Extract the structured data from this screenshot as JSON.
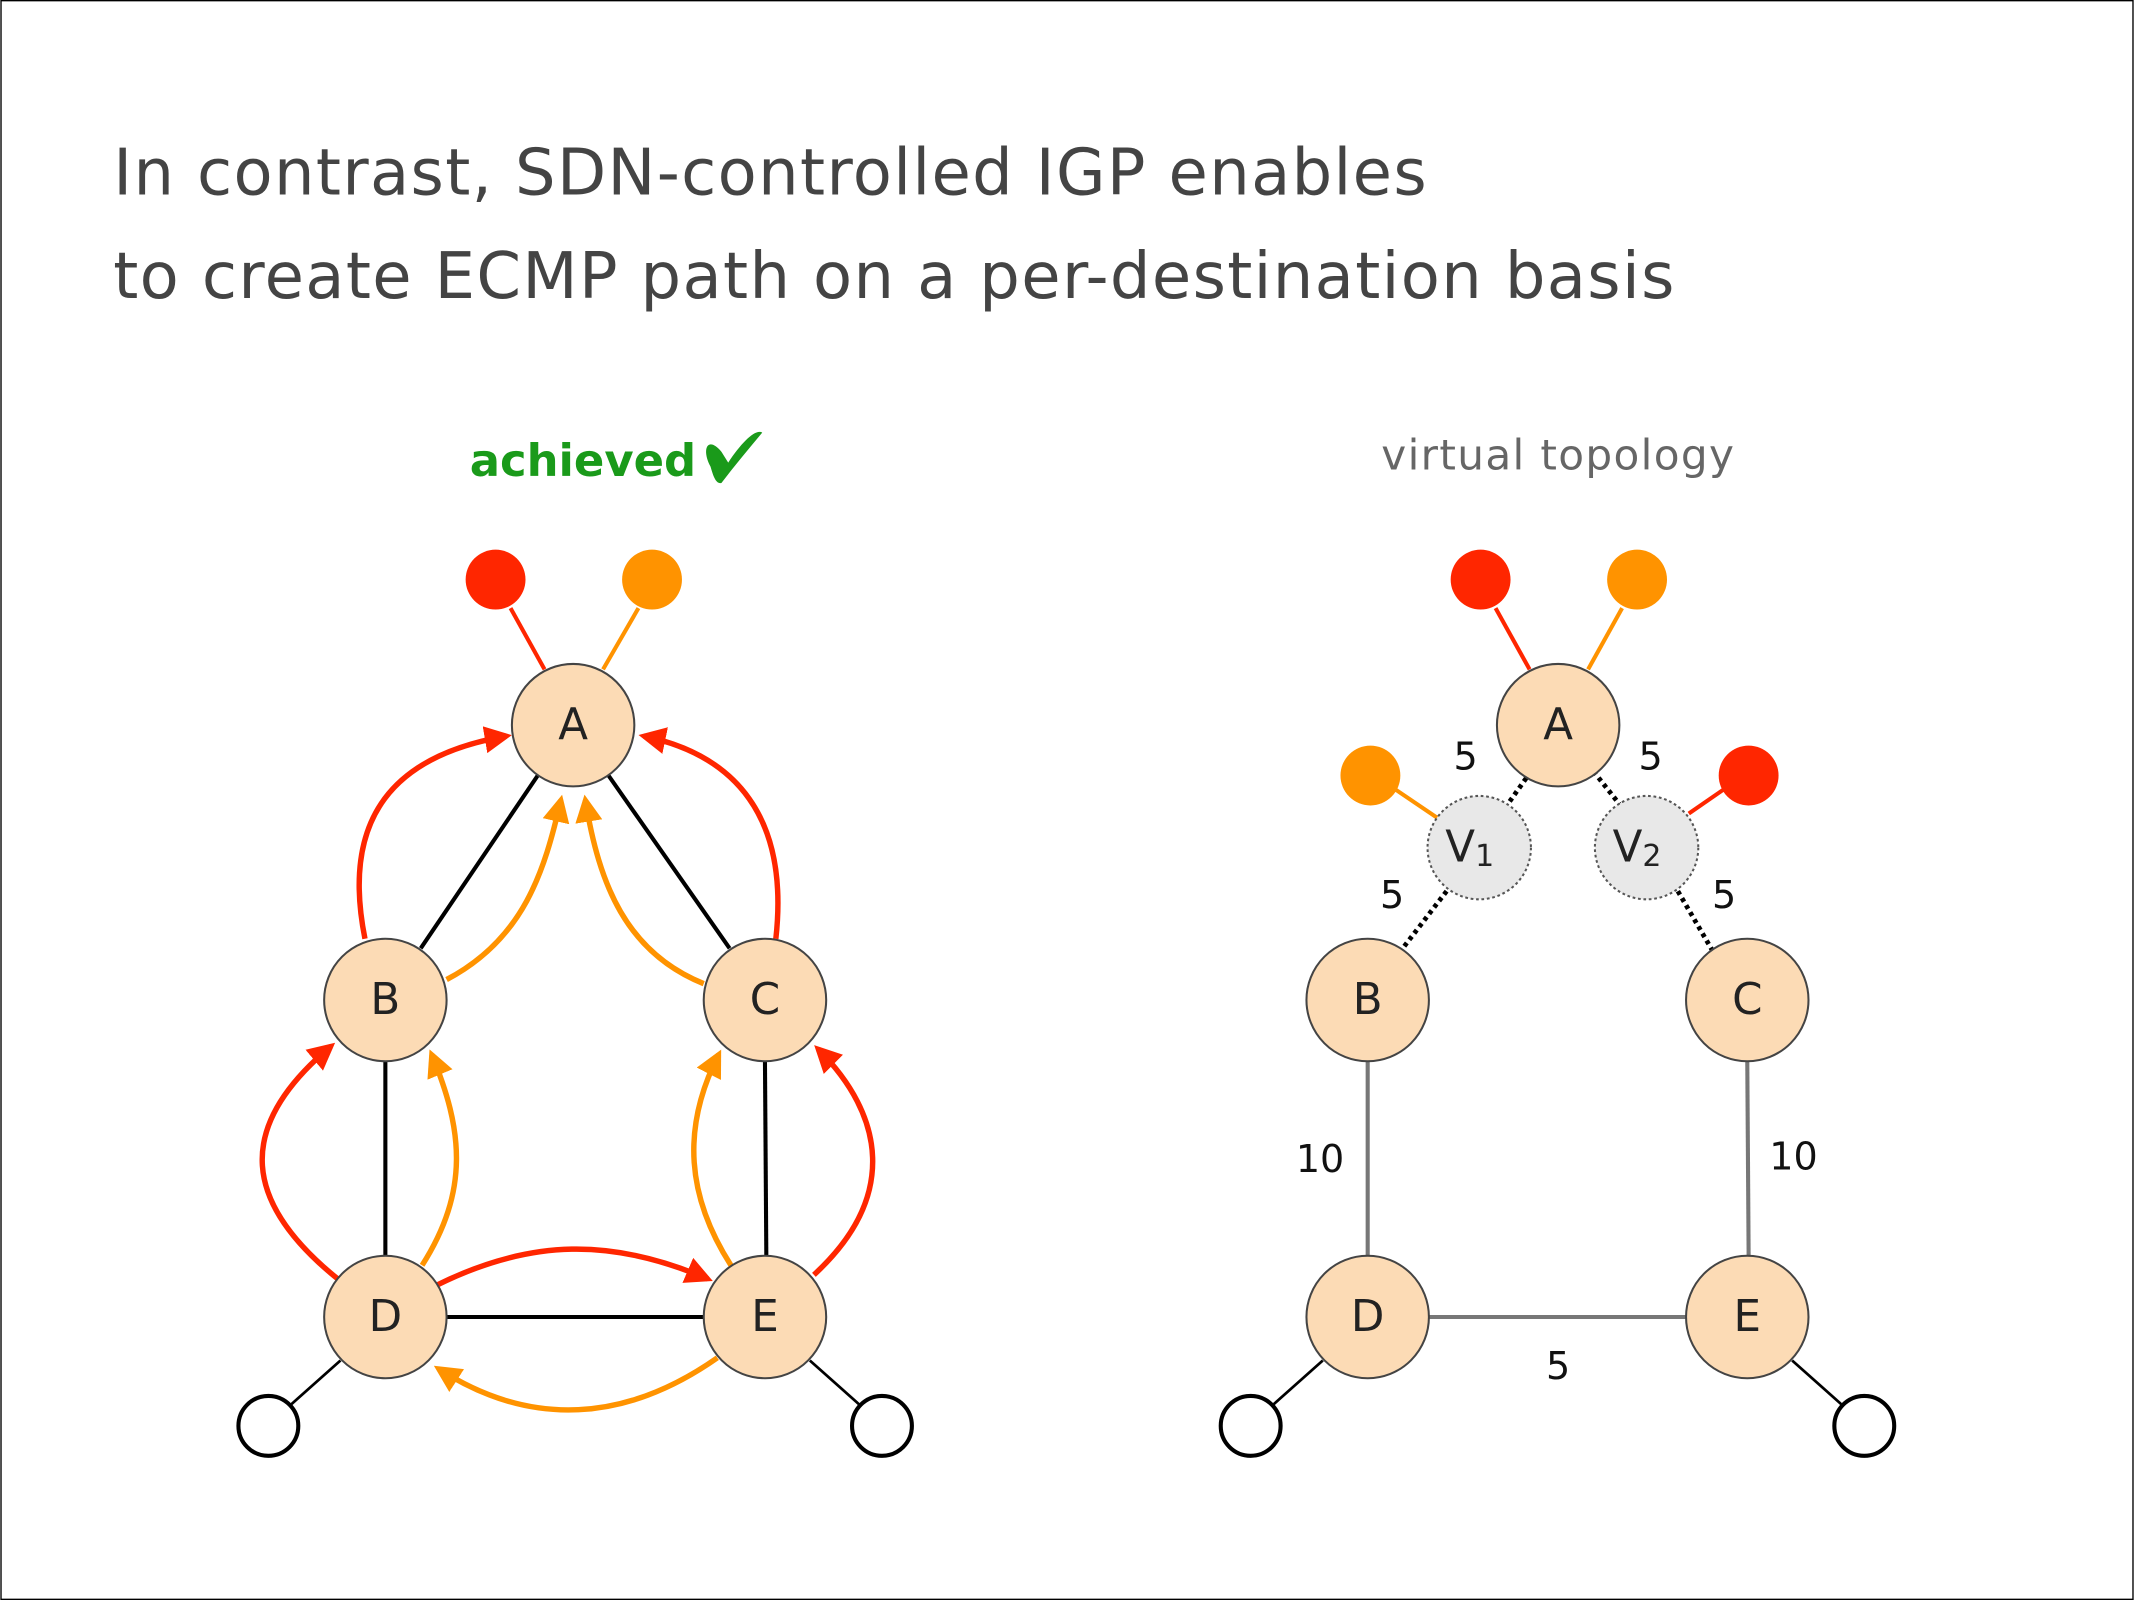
{
  "title": {
    "line1": "In contrast, SDN-controlled IGP enables",
    "line2": "to create ECMP path on a per-destination basis"
  },
  "left": {
    "caption": "achieved",
    "check_icon": "check-mark-icon",
    "nodes": {
      "A": "A",
      "B": "B",
      "C": "C",
      "D": "D",
      "E": "E"
    }
  },
  "right": {
    "caption": "virtual topology",
    "nodes": {
      "A": "A",
      "B": "B",
      "C": "C",
      "D": "D",
      "E": "E",
      "V1": "V",
      "V1_sub": "1",
      "V2": "V",
      "V2_sub": "2"
    },
    "weights": {
      "A_V1": "5",
      "A_V2": "5",
      "V1_B": "5",
      "V2_C": "5",
      "B_D": "10",
      "C_E": "10",
      "D_E": "5"
    }
  },
  "colors": {
    "red": "#ff2600",
    "orange": "#ff9300",
    "node_fill": "#fcdbb5",
    "check_green": "#1a9a1a"
  }
}
